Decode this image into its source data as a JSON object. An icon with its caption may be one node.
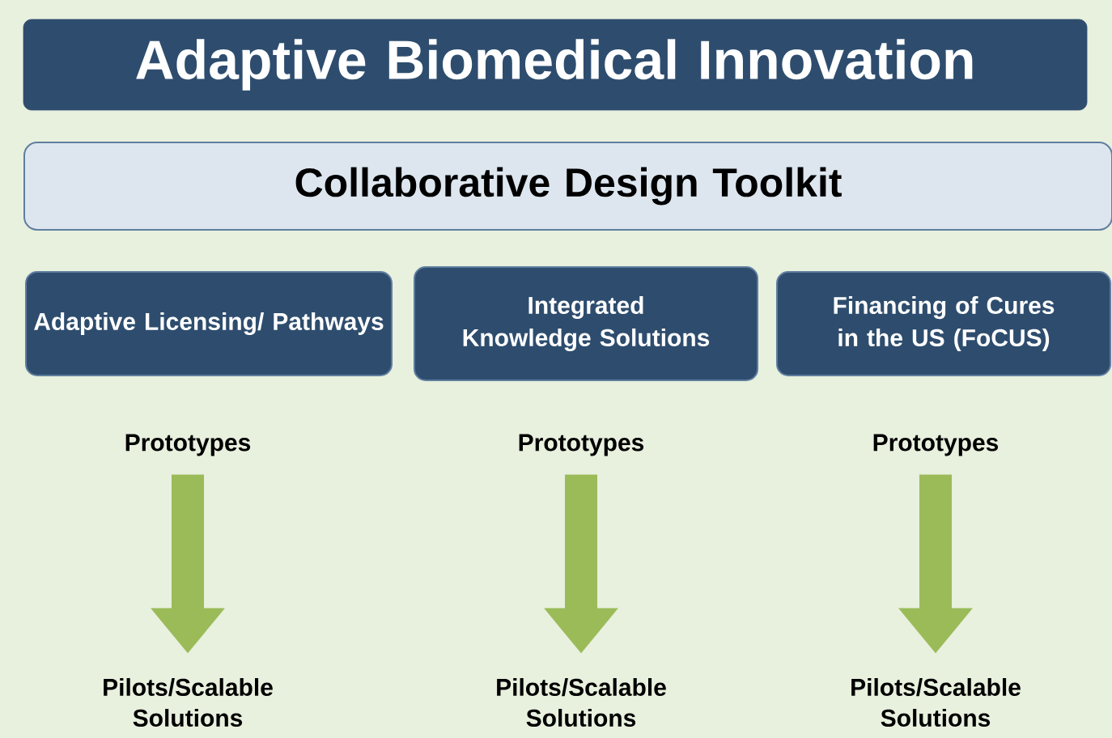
{
  "diagram": {
    "nodes": [
      {
        "text": [
          "Adaptive Biomedical Innovation"
        ]
      },
      {
        "text": [
          "Collaborative Design Toolkit"
        ]
      },
      {
        "text": [
          "Adaptive Licensing/ Pathways"
        ]
      },
      {
        "text": [
          "Integrated Knowledge Solutions"
        ]
      },
      {
        "text": [
          "Financing of Cures in the US (FoCUS)"
        ]
      },
      {
        "text": [
          "Prototypes"
        ]
      },
      {
        "text": [
          "Prototypes"
        ]
      },
      {
        "text": [
          "Prototypes"
        ]
      },
      {
        "text": [
          "Pilots/Scalable Solutions"
        ]
      },
      {
        "text": [
          "Pilots/Scalable Solutions"
        ]
      },
      {
        "text": [
          "Pilots/Scalable Solutions"
        ]
      }
    ],
    "edges": [
      {
        "from": 5,
        "to": 8,
        "arrow": "to"
      },
      {
        "from": 6,
        "to": 9,
        "arrow": "to"
      },
      {
        "from": 7,
        "to": 10,
        "arrow": "to"
      }
    ]
  }
}
